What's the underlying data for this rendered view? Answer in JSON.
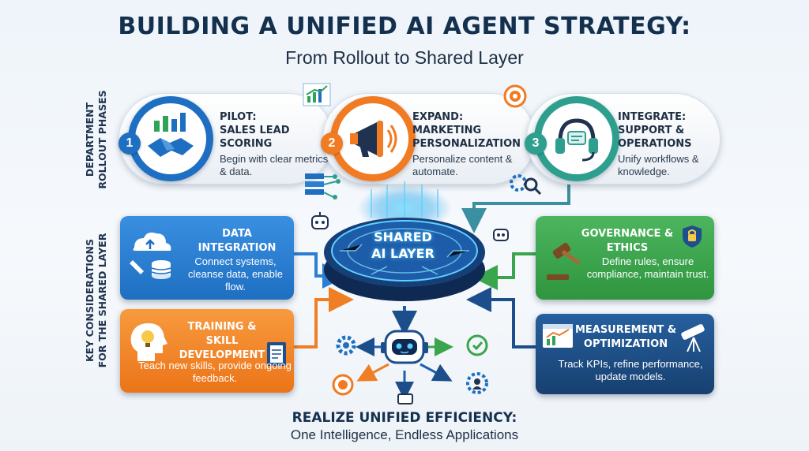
{
  "header": {
    "title": "BUILDING A UNIFIED AI AGENT STRATEGY:",
    "subtitle": "From Rollout to Shared Layer"
  },
  "side_labels": {
    "phases": [
      "DEPARTMENT",
      "ROLLOUT PHASES"
    ],
    "considerations": [
      "KEY CONSIDERATIONS",
      "FOR THE SHARED LAYER"
    ]
  },
  "phases": [
    {
      "number": "1",
      "title": "PILOT:",
      "subtitle": "SALES LEAD SCORING",
      "desc": "Begin with clear metrics & data.",
      "icon": "handshake-icon",
      "color": "#1e6fc2"
    },
    {
      "number": "2",
      "title": "EXPAND:",
      "subtitle": "MARKETING PERSONALIZATION",
      "desc": "Personalize content & automate.",
      "icon": "megaphone-icon",
      "color": "#f07b22"
    },
    {
      "number": "3",
      "title": "INTEGRATE:",
      "subtitle": "SUPPORT & OPERATIONS",
      "desc": "Unify workflows & knowledge.",
      "icon": "headset-icon",
      "color": "#2e9f8f"
    }
  ],
  "hub": {
    "line1": "SHARED",
    "line2": "AI LAYER"
  },
  "considerations": {
    "data_integration": {
      "title": "DATA INTEGRATION",
      "desc": "Connect systems, cleanse data, enable flow.",
      "icon": "cloud-database-icon",
      "color": "#2a7fd0"
    },
    "training": {
      "title": "TRAINING & SKILL DEVELOPMENT",
      "desc": "Teach new skills, provide ongoing feedback.",
      "icon": "head-lightbulb-icon",
      "color": "#f07e23"
    },
    "governance": {
      "title": "GOVERNANCE & ETHICS",
      "desc": "Define rules, ensure compliance, maintain trust.",
      "icon": "gavel-lock-icon",
      "color": "#3aa54d"
    },
    "measurement": {
      "title": "MEASUREMENT & OPTIMIZATION",
      "desc": "Track KPIs, refine performance, update models.",
      "icon": "dashboard-telescope-icon",
      "color": "#1d4e8c"
    }
  },
  "footer": {
    "title": "REALIZE UNIFIED EFFICIENCY:",
    "subtitle": "One Intelligence, Endless Applications"
  }
}
